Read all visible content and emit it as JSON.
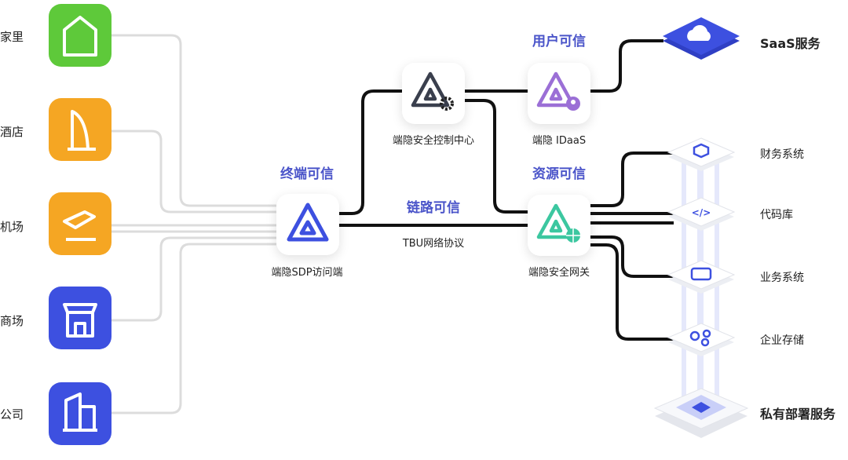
{
  "sources": [
    {
      "label": "家里",
      "icon": "home-icon",
      "color": "#5ec93a"
    },
    {
      "label": "酒店",
      "icon": "hotel-icon",
      "color": "#f5a623"
    },
    {
      "label": "机场",
      "icon": "airplane-icon",
      "color": "#f5a623"
    },
    {
      "label": "商场",
      "icon": "store-icon",
      "color": "#3d50e0"
    },
    {
      "label": "公司",
      "icon": "building-icon",
      "color": "#3d50e0"
    }
  ],
  "nodes": {
    "sdp": "端隐SDP访问端",
    "control": "端隐安全控制中心",
    "idaas": "端隐 IDaaS",
    "gateway": "端隐安全网关"
  },
  "headings": {
    "terminal": "终端可信",
    "user": "用户可信",
    "resource": "资源可信",
    "link": "链路可信"
  },
  "protocol": "TBU网络协议",
  "saas": "SaaS服务",
  "resources": [
    "财务系统",
    "代码库",
    "业务系统",
    "企业存储"
  ],
  "private": "私有部署服务",
  "colors": {
    "accent": "#4a54c9",
    "blue": "#3d50e0",
    "purple": "#9b6fd6",
    "teal": "#3cc7a0",
    "line": "#111111",
    "gray": "#d9d9d9"
  }
}
